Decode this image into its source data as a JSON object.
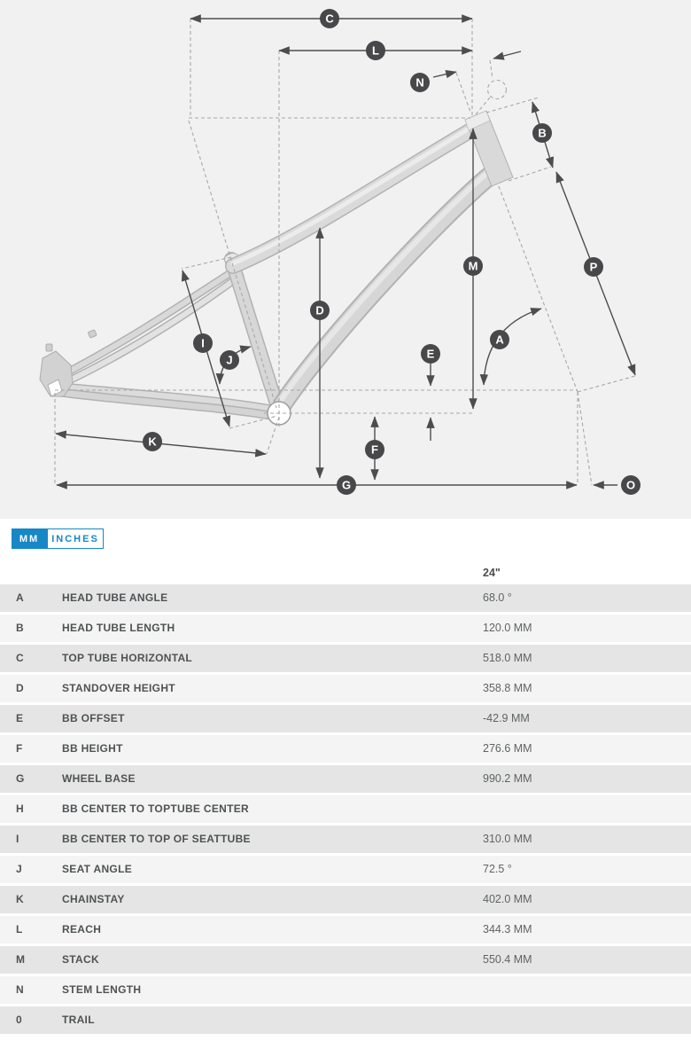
{
  "diagram": {
    "badges": {
      "a": "A",
      "b": "B",
      "c": "C",
      "d": "D",
      "e": "E",
      "f": "F",
      "g": "G",
      "i": "I",
      "j": "J",
      "k": "K",
      "l": "L",
      "m": "M",
      "n": "N",
      "o": "O",
      "p": "P"
    }
  },
  "units": {
    "mm": "MM",
    "inches": "INCHES"
  },
  "table": {
    "size_header": "24\"",
    "rows": [
      {
        "letter": "A",
        "label": "HEAD TUBE ANGLE",
        "value": "68.0 °"
      },
      {
        "letter": "B",
        "label": "HEAD TUBE LENGTH",
        "value": "120.0 MM"
      },
      {
        "letter": "C",
        "label": "TOP TUBE HORIZONTAL",
        "value": "518.0 MM"
      },
      {
        "letter": "D",
        "label": "STANDOVER HEIGHT",
        "value": "358.8 MM"
      },
      {
        "letter": "E",
        "label": "BB OFFSET",
        "value": "-42.9 MM"
      },
      {
        "letter": "F",
        "label": "BB HEIGHT",
        "value": "276.6 MM"
      },
      {
        "letter": "G",
        "label": "WHEEL BASE",
        "value": "990.2 MM"
      },
      {
        "letter": "H",
        "label": "BB CENTER TO TOPTUBE CENTER",
        "value": ""
      },
      {
        "letter": "I",
        "label": "BB CENTER TO TOP OF SEATTUBE",
        "value": "310.0 MM"
      },
      {
        "letter": "J",
        "label": "SEAT ANGLE",
        "value": "72.5 °"
      },
      {
        "letter": "K",
        "label": "CHAINSTAY",
        "value": "402.0 MM"
      },
      {
        "letter": "L",
        "label": "REACH",
        "value": "344.3 MM"
      },
      {
        "letter": "M",
        "label": "STACK",
        "value": "550.4 MM"
      },
      {
        "letter": "N",
        "label": "STEM LENGTH",
        "value": ""
      },
      {
        "letter": "0",
        "label": "TRAIL",
        "value": ""
      }
    ]
  }
}
